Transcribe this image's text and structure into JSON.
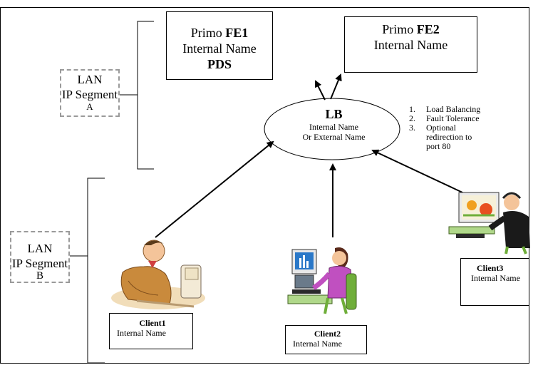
{
  "fe1": {
    "prefix": "Primo",
    "name": "FE1",
    "line2": "Internal Name",
    "line3": "PDS"
  },
  "fe2": {
    "prefix": "Primo",
    "name": "FE2",
    "line2": "Internal Name"
  },
  "lan_a": {
    "line1": "LAN",
    "line2": "IP Segment",
    "line3": "A"
  },
  "lan_b": {
    "line1": "LAN",
    "line2": "IP Segment",
    "line3": "B"
  },
  "lb": {
    "title": "LB",
    "line2": "Internal Name",
    "line3": "Or External Name"
  },
  "features": [
    {
      "num": "1.",
      "text": "Load Balancing"
    },
    {
      "num": "2.",
      "text": "Fault Tolerance"
    },
    {
      "num": "3.",
      "text": "Optional redirection to port 80"
    }
  ],
  "clients": [
    {
      "name": "Client1",
      "sub": "Internal Name"
    },
    {
      "name": "Client2",
      "sub": "Internal Name"
    },
    {
      "name": "Client3",
      "sub": "Internal Name"
    }
  ],
  "colors": {
    "line": "#000000",
    "dash": "#9a9a9a",
    "skin": "#f4c49a",
    "suit": "#c98a3c",
    "shirt": "#c050c0",
    "monitor_screen": "#2a78c8",
    "plant": "#6fae3a",
    "desk": "#b0d88a"
  },
  "icons": [
    "businessman-at-desk-icon",
    "woman-at-computer-icon",
    "man-on-headset-icon"
  ]
}
